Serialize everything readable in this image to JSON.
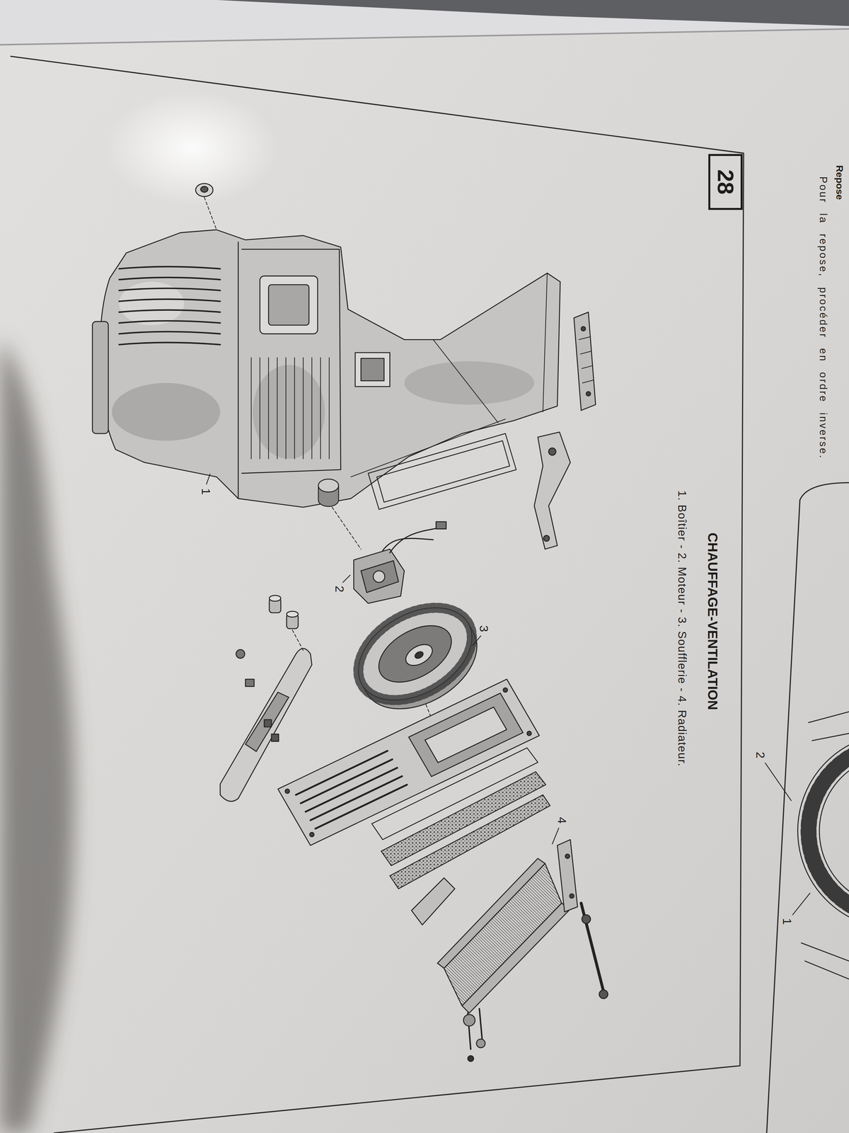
{
  "diagram": {
    "title": "CHAUFFAGE-VENTILATION",
    "caption": "1. Boîtier - 2. Moteur - 3. Soufflerie - 4. Radiateur.",
    "nodes": [
      {
        "text": [
          "28"
        ]
      }
    ],
    "labels": [
      "Repose",
      "Pour la repose, procéder en ordre inverse.",
      "1",
      "2",
      "3",
      "4",
      "2",
      "1"
    ]
  }
}
